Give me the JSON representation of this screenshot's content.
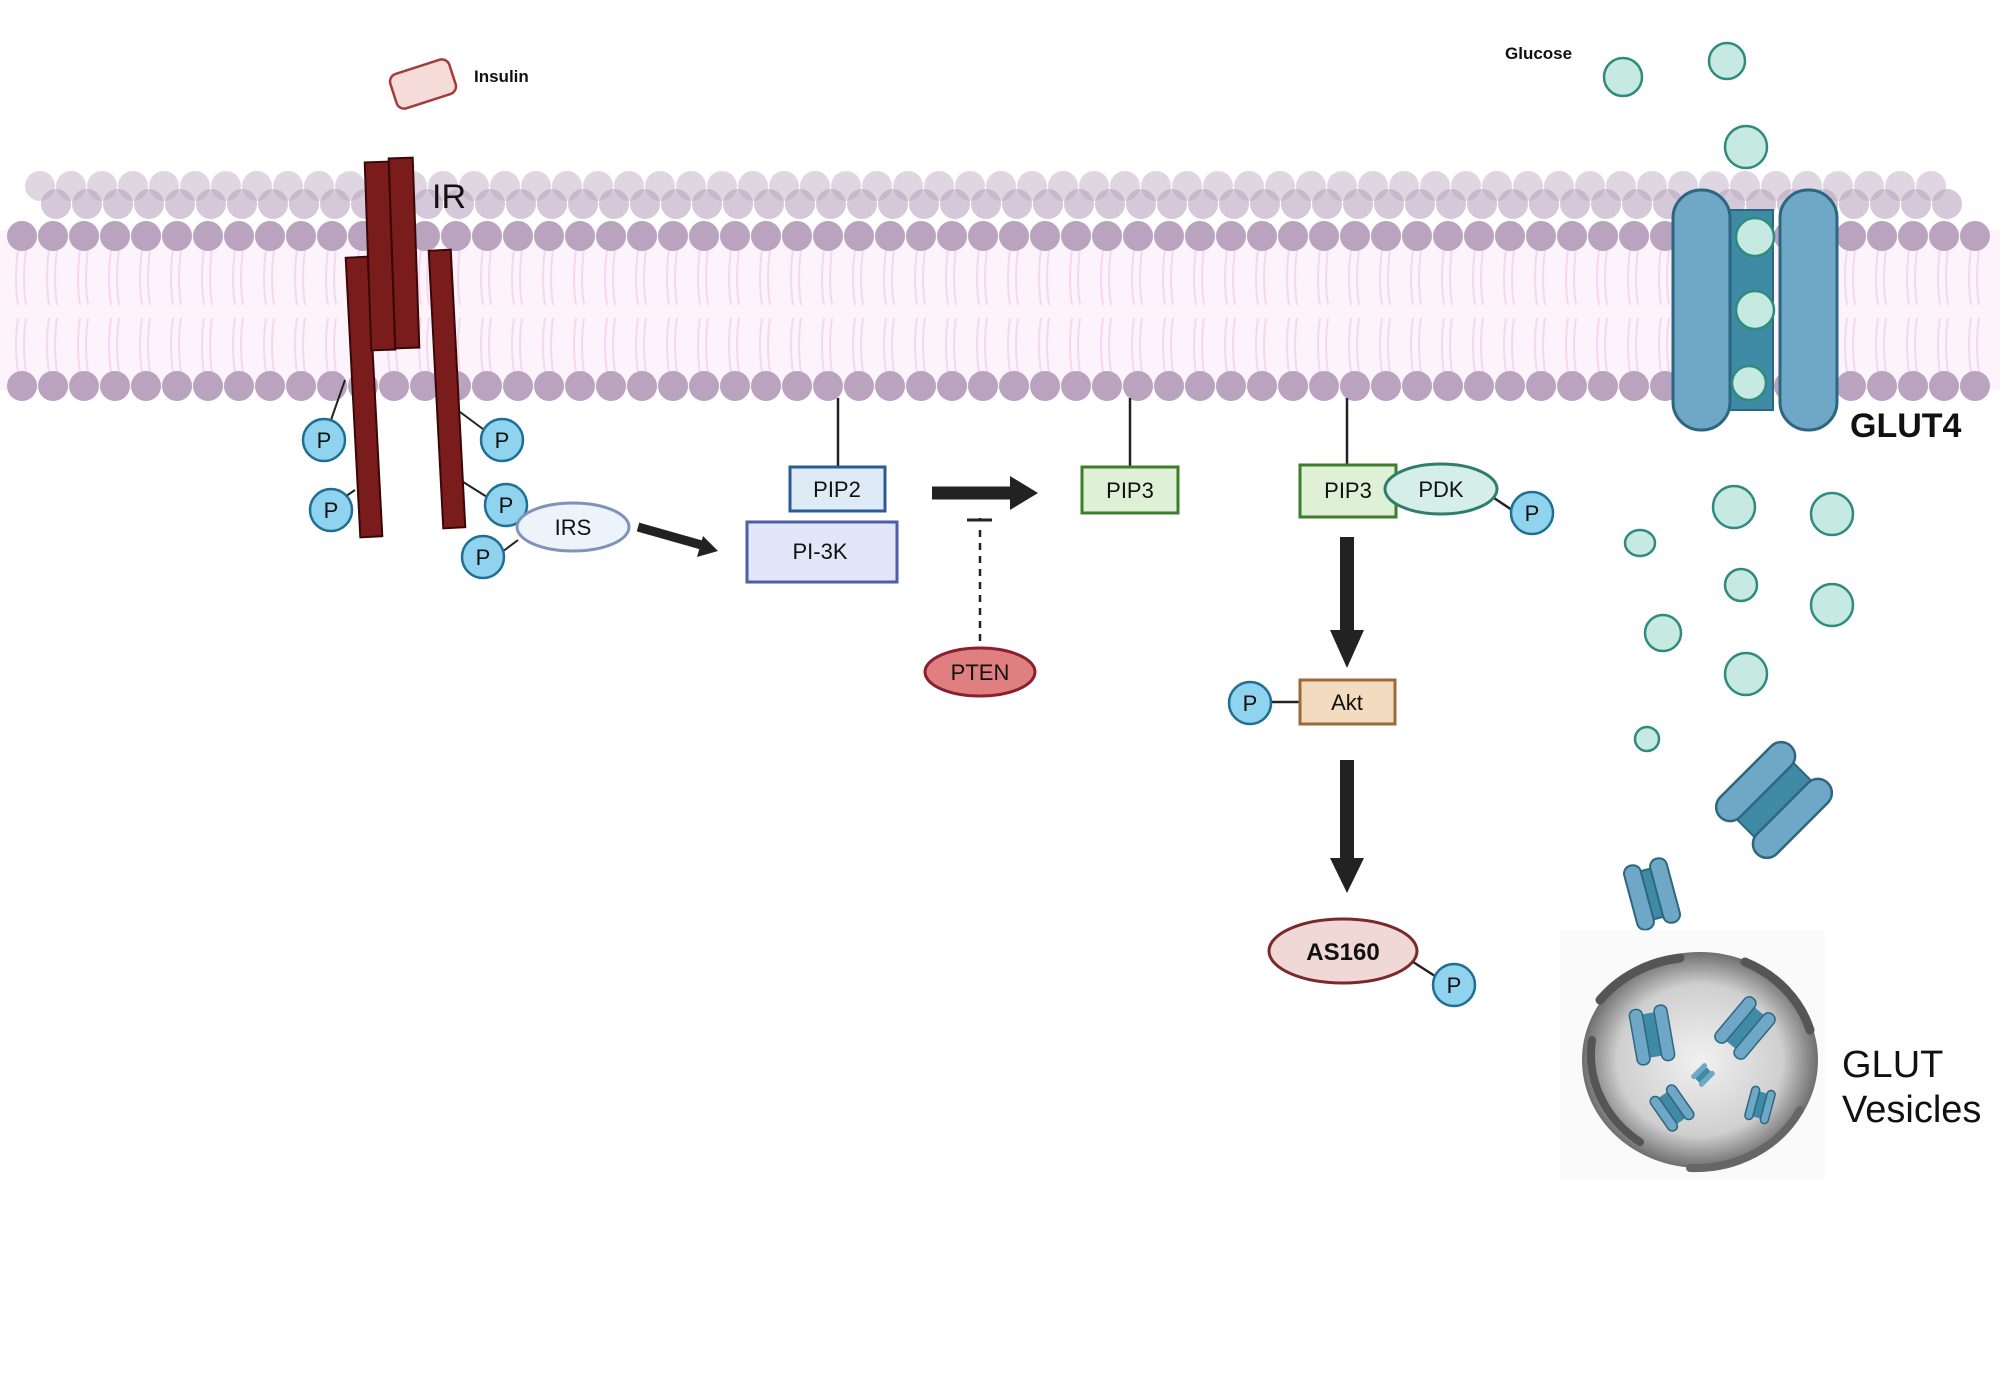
{
  "labels": {
    "insulin": "Insulin",
    "glucose": "Glucose",
    "ir": "IR",
    "glut4": "GLUT4",
    "glut_vesicles_line1": "GLUT",
    "glut_vesicles_line2": "Vesicles"
  },
  "nodes": {
    "irs": "IRS",
    "pip2": "PIP2",
    "pi3k": "PI-3K",
    "pip3_a": "PIP3",
    "pip3_b": "PIP3",
    "pdk": "PDK",
    "pten": "PTEN",
    "akt": "Akt",
    "as160": "AS160"
  },
  "phospho_label": "P",
  "colors": {
    "receptor": "#7b1c1c",
    "membrane_head": "#b9a3bf",
    "membrane_tail": "#f3d8ef",
    "glucose": "#c6e9e2",
    "glucose_stroke": "#2e8b7d",
    "glut": "#6fa8c6",
    "phospho": "#8fd3ee"
  }
}
